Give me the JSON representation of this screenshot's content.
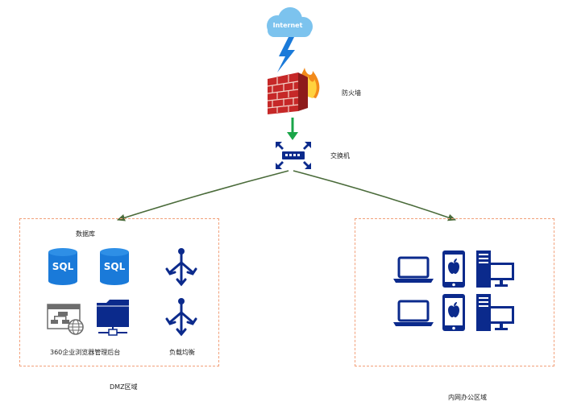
{
  "cloud": {
    "label": "Internet"
  },
  "firewall": {
    "label": "防火墙"
  },
  "switch": {
    "label": "交换机"
  },
  "dmz": {
    "title": "DMZ区域",
    "db_label": "数据库",
    "sql_text": "SQL",
    "browser_label": "360企业浏览器管理后台",
    "lb_label": "负载均衡"
  },
  "intranet": {
    "title": "内网办公区域"
  },
  "colors": {
    "navy": "#0b2a8c",
    "azure": "#1a7ad9",
    "frame": "#f2a07a",
    "line": "#4a6b3a",
    "arrow": "#1aa548",
    "cloud": "#7cc3ee"
  }
}
